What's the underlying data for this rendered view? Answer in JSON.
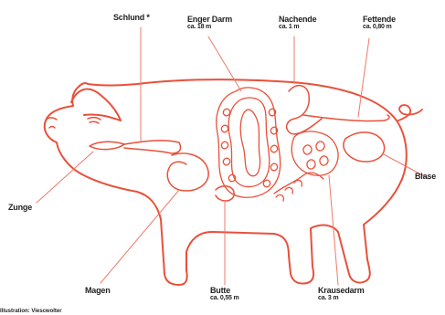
{
  "colors": {
    "outline": "#e8503a",
    "leader": "#ef7a6a",
    "text": "#222222"
  },
  "labels": {
    "schlund": {
      "name": "Schlund *"
    },
    "enger_darm": {
      "name": "Enger Darm",
      "measure": "ca. 18 m"
    },
    "nachende": {
      "name": "Nachende",
      "measure": "ca. 1 m"
    },
    "fettende": {
      "name": "Fettende",
      "measure": "ca. 0,80 m"
    },
    "zunge": {
      "name": "Zunge"
    },
    "blase": {
      "name": "Blase"
    },
    "magen": {
      "name": "Magen"
    },
    "butte": {
      "name": "Butte",
      "measure": "ca. 0,55 m"
    },
    "krausedarm": {
      "name": "Krausedarm",
      "measure": "ca. 3 m"
    }
  },
  "credit": "Illustration: Viescwolter"
}
